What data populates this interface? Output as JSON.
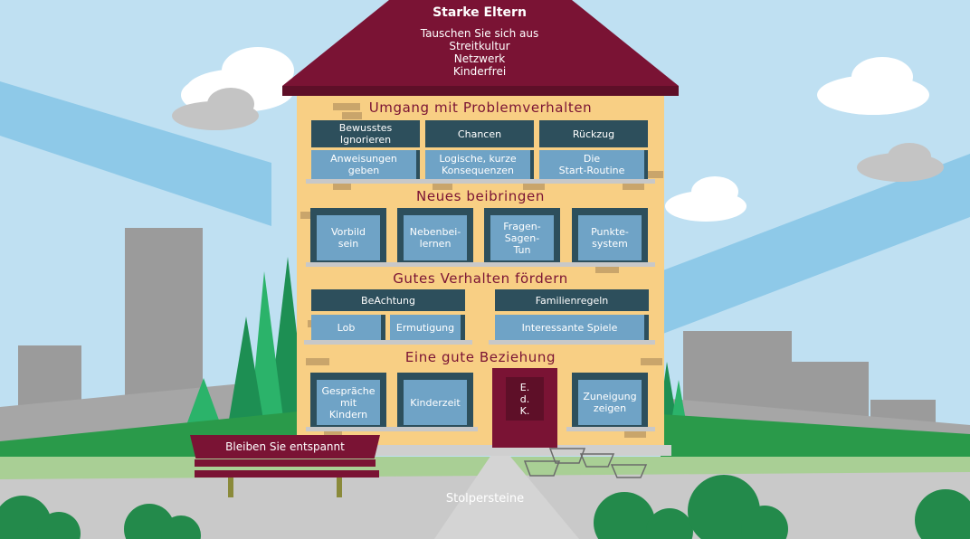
{
  "roof": {
    "title": "Starke Eltern",
    "items": [
      "Tauschen Sie sich aus",
      "Streitkultur",
      "Netzwerk",
      "Kinderfrei"
    ]
  },
  "floors": {
    "problem": {
      "title": "Umgang mit Problemverhalten",
      "row1": [
        "Bewusstes\nIgnorieren",
        "Chancen",
        "Rückzug"
      ],
      "row2": [
        "Anweisungen\ngeben",
        "Logische, kurze\nKonsequenzen",
        "Die\nStart-Routine"
      ]
    },
    "teach": {
      "title": "Neues beibringen",
      "windows": [
        "Vorbild\nsein",
        "Nebenbei-\nlernen",
        "Fragen-\nSagen-\nTun",
        "Punkte-\nsystem"
      ]
    },
    "praise": {
      "title": "Gutes Verhalten fördern",
      "top": [
        "BeAchtung",
        "Familienregeln"
      ],
      "bottom": [
        "Lob",
        "Ermutigung",
        "Interessante Spiele"
      ]
    },
    "relation": {
      "title": "Eine gute Beziehung",
      "windows": [
        "Gespräche\nmit\nKindern",
        "Kinderzeit",
        "Zuneigung\nzeigen"
      ],
      "door": "E.\nd.\nK."
    }
  },
  "bench_sign": "Bleiben Sie entspannt",
  "path_label": "Stolpersteine",
  "colors": {
    "sky": "#bfe0f2",
    "wall": "#f8cf84",
    "roof": "#7a1334",
    "window_frame": "#2d4f5c",
    "window_glass": "#6fa3c6",
    "grass": "#2a9a4a",
    "tree": "#1e9a5c",
    "building_gray": "#9b9b9b",
    "road": "#c9c9c9"
  }
}
